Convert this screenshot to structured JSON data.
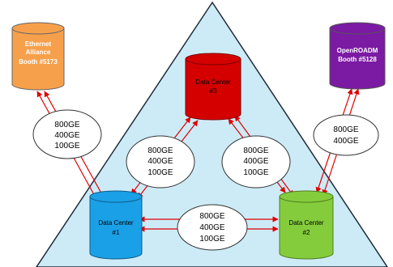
{
  "colors": {
    "triangle_fill": "#cdebf7",
    "triangle_stroke": "#1f2b3a",
    "link_arrow": "#e00000",
    "ethernet_alliance": "#f7a04c",
    "openroadm": "#7b1aa3",
    "dc3": "#d40000",
    "dc1": "#1aa0e6",
    "dc2": "#84cc3c"
  },
  "booths": {
    "ethernet_alliance": {
      "line1": "Ethernet",
      "line2": "Alliance",
      "line3": "Booth #5173"
    },
    "openroadm": {
      "line1": "OpenROADM",
      "line2": "Booth #5128"
    }
  },
  "data_centers": {
    "dc3": {
      "line1": "Data Center",
      "line2": "#3"
    },
    "dc1": {
      "line1": "Data Center",
      "line2": "#1"
    },
    "dc2": {
      "line1": "Data Center",
      "line2": "#2"
    }
  },
  "link_rates": {
    "ea_dc1": [
      "800GE",
      "400GE",
      "100GE"
    ],
    "dc1_dc3": [
      "800GE",
      "400GE",
      "100GE"
    ],
    "dc3_dc2": [
      "800GE",
      "400GE",
      "100GE"
    ],
    "dc1_dc2": [
      "800GE",
      "400GE",
      "100GE"
    ],
    "openroadm_dc2": [
      "800GE",
      "400GE"
    ]
  }
}
